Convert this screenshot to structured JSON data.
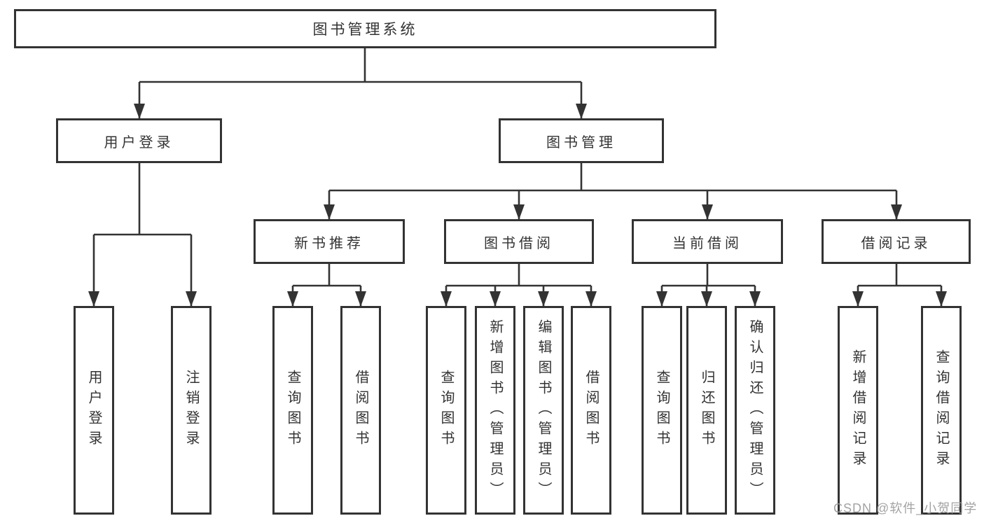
{
  "tree": {
    "root": {
      "label": "图书管理系统"
    },
    "children": [
      {
        "label": "用户登录",
        "children": [
          {
            "label": "用户登录"
          },
          {
            "label": "注销登录"
          }
        ]
      },
      {
        "label": "图书管理",
        "children": [
          {
            "label": "新书推荐",
            "children": [
              {
                "label": "查询图书"
              },
              {
                "label": "借阅图书"
              }
            ]
          },
          {
            "label": "图书借阅",
            "children": [
              {
                "label": "查询图书"
              },
              {
                "label": "新增图书（管理员）"
              },
              {
                "label": "编辑图书（管理员）"
              },
              {
                "label": "借阅图书"
              }
            ]
          },
          {
            "label": "当前借阅",
            "children": [
              {
                "label": "查询图书"
              },
              {
                "label": "归还图书"
              },
              {
                "label": "确认归还（管理员）"
              }
            ]
          },
          {
            "label": "借阅记录",
            "children": [
              {
                "label": "新增借阅记录"
              },
              {
                "label": "查询借阅记录"
              }
            ]
          }
        ]
      }
    ]
  },
  "watermark": {
    "text": "CSDN @软件_小贺同学"
  },
  "colors": {
    "line": "#333333",
    "box_border": "#333333",
    "text": "#333333",
    "box_background": "#ffffff",
    "background": "#ffffff",
    "watermark_text": "#9f9f9f"
  }
}
